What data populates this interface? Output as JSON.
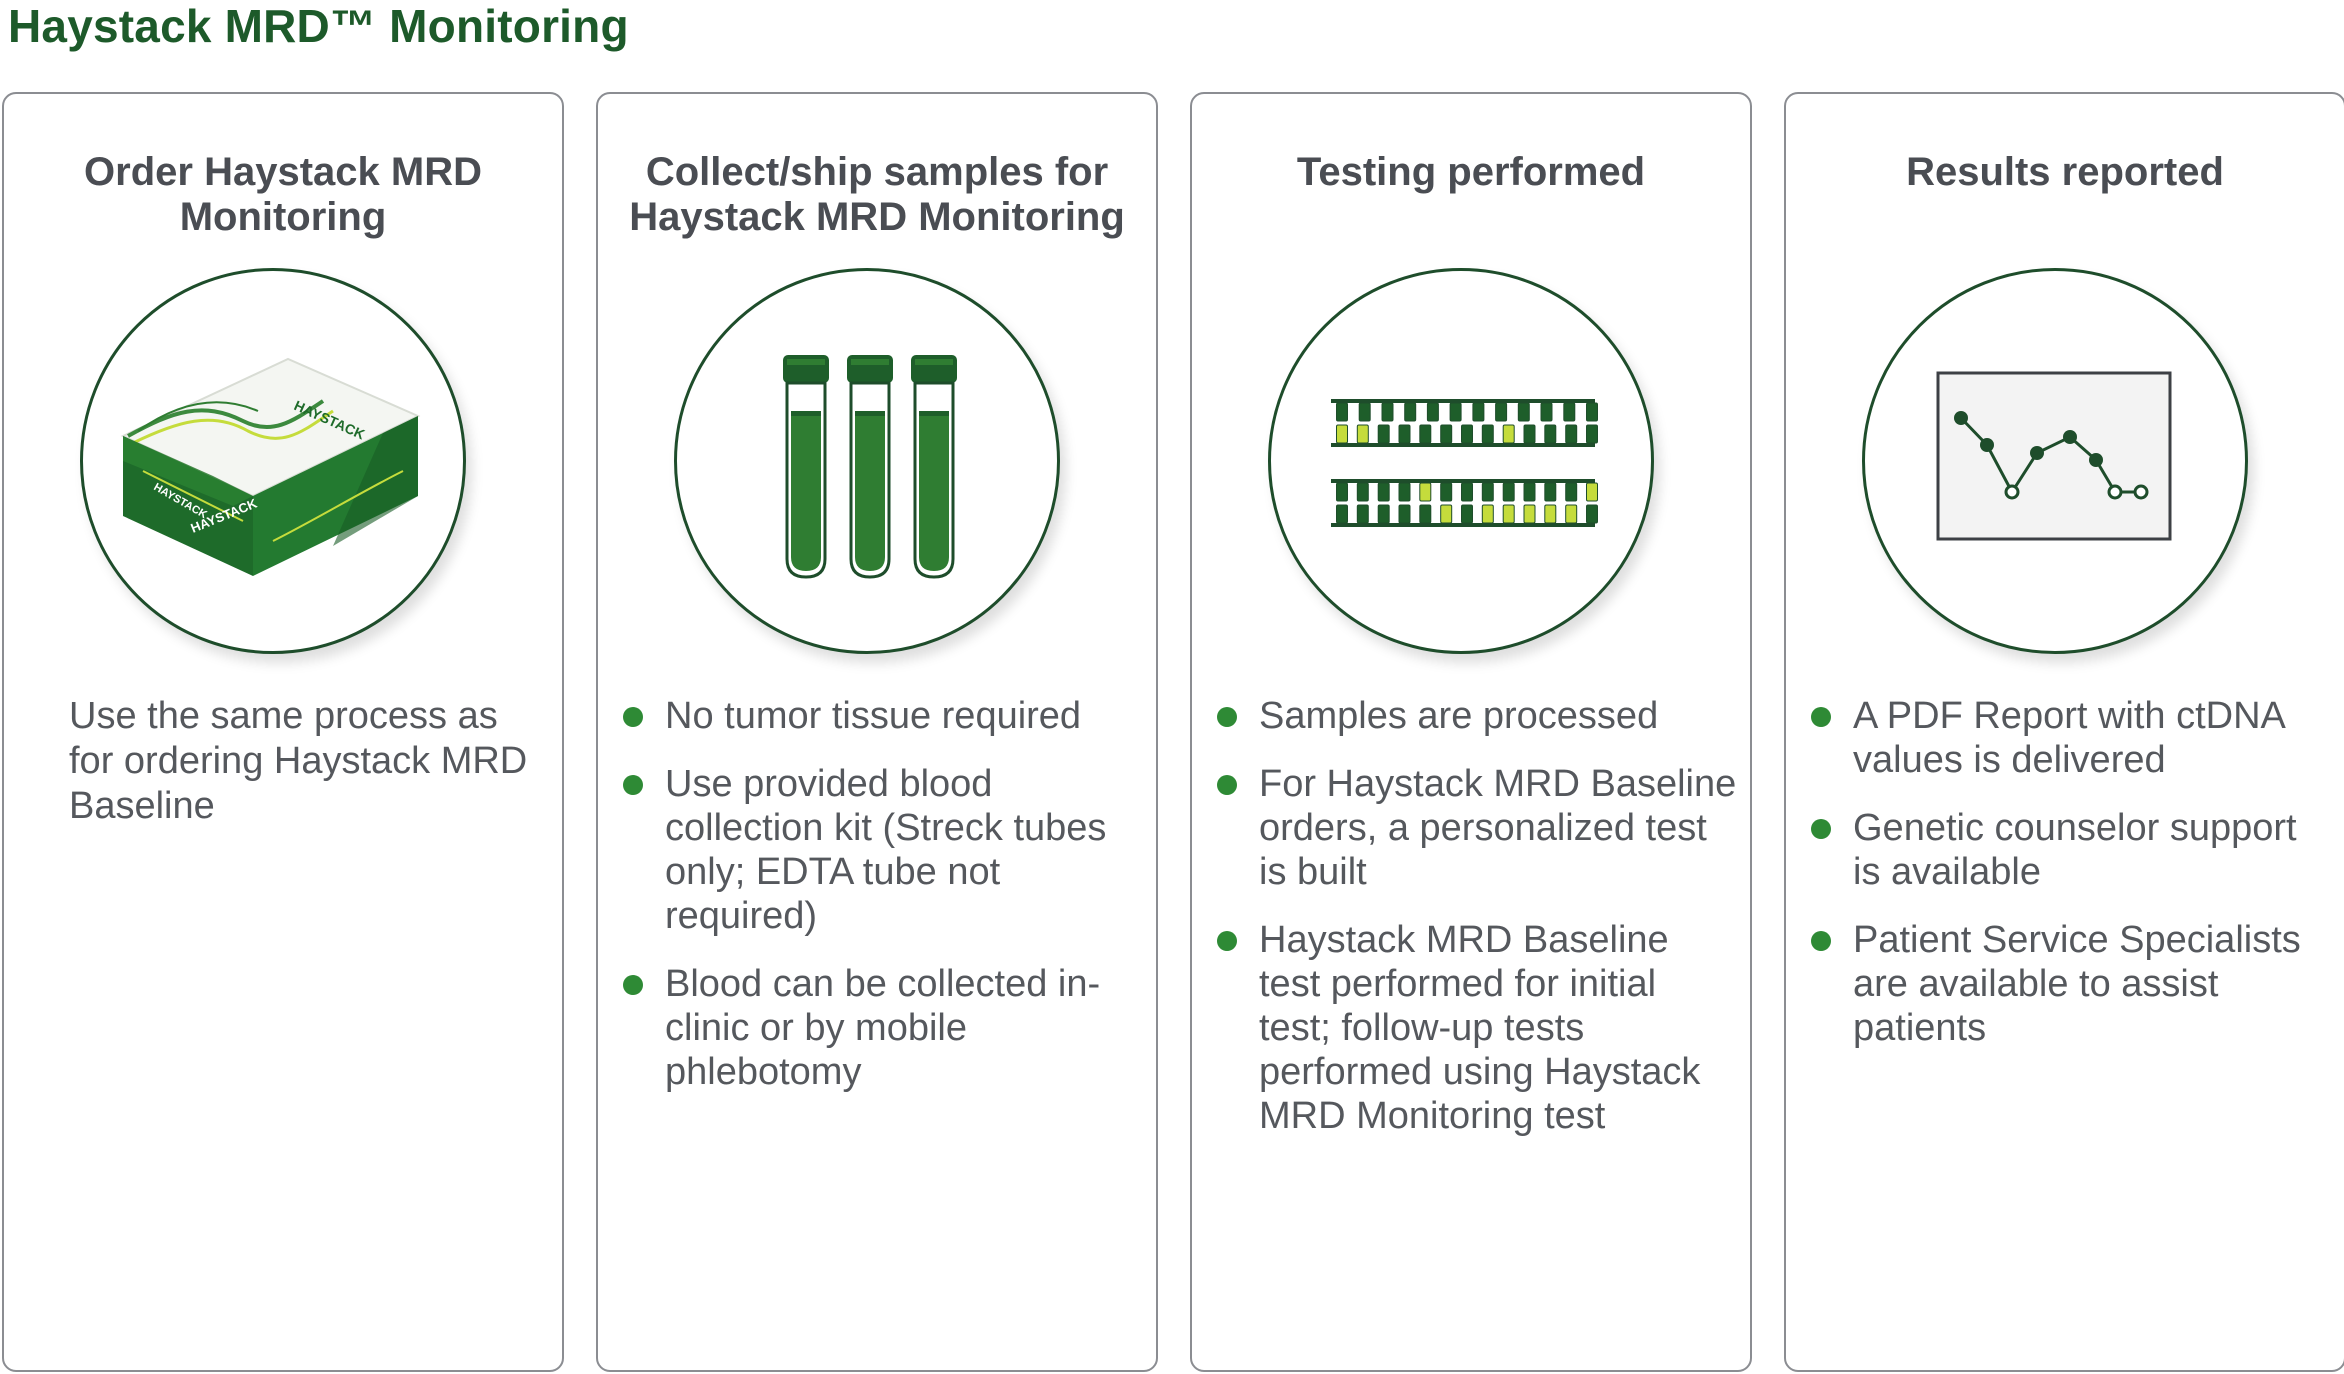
{
  "page": {
    "title": "Haystack MRD™ Monitoring"
  },
  "colors": {
    "brand_green": "#1d5a2a",
    "bullet_green": "#2e8a35",
    "tube_green": "#2f7d32",
    "lime": "#c5dc3c",
    "text_gray": "#55585d",
    "border_gray": "#8b8d92"
  },
  "steps": [
    {
      "title": "Order Haystack MRD Monitoring",
      "icon": "test-kit-box-icon",
      "description": "Use the same process as for ordering Haystack MRD Baseline",
      "box_label": "HAYSTACK"
    },
    {
      "title": "Collect/ship samples for Haystack MRD Monitoring",
      "icon": "blood-tubes-icon",
      "bullets": [
        "No tumor tissue required",
        "Use provided blood collection kit (Streck tubes only; EDTA tube not required)",
        "Blood can be collected in-clinic or by mobile phlebotomy"
      ]
    },
    {
      "title": "Testing performed",
      "icon": "dna-sequence-icon",
      "bullets": [
        "Samples are processed",
        "For Haystack MRD Baseline orders, a personalized test is built",
        "Haystack MRD Baseline test performed for initial test; follow-up tests performed using Haystack MRD Monitoring test"
      ]
    },
    {
      "title": "Results reported",
      "icon": "line-chart-report-icon",
      "bullets": [
        "A PDF Report with ctDNA values is delivered",
        "Genetic counselor support is available",
        "Patient Service Specialists are available to assist patients"
      ]
    }
  ]
}
